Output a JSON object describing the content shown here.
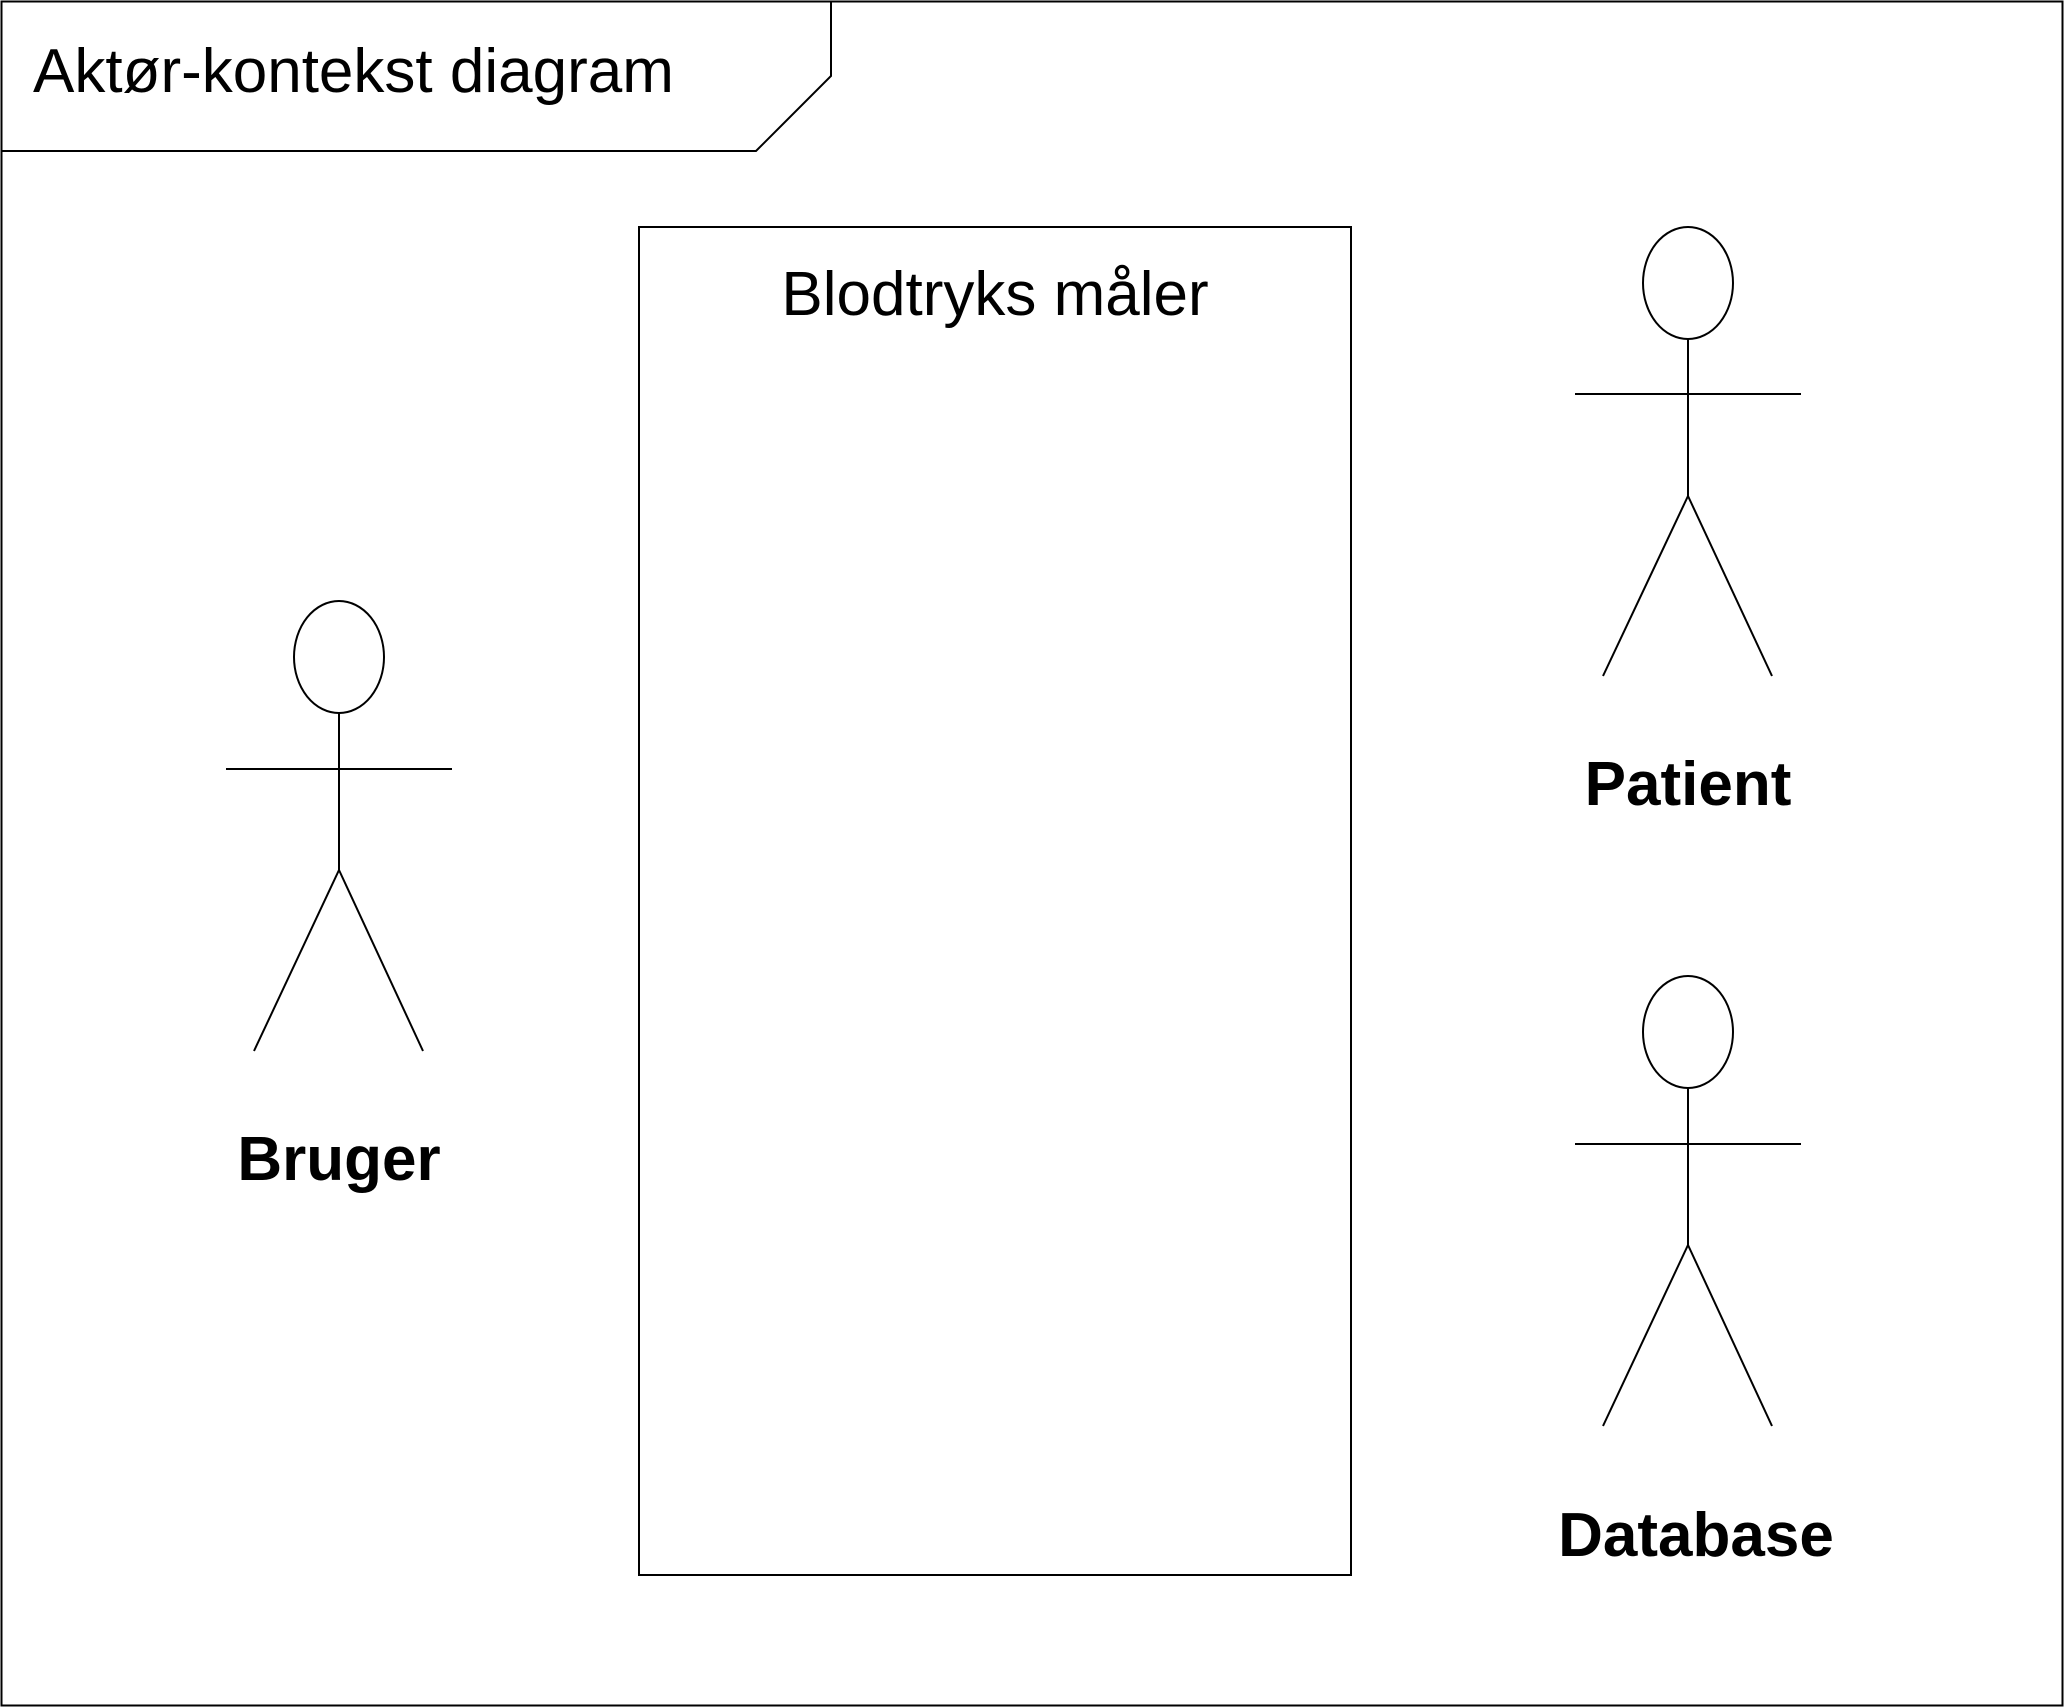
{
  "diagram": {
    "frame_title": "Aktør-kontekst diagram",
    "system": {
      "title": "Blodtryks måler"
    },
    "actors": [
      {
        "id": "bruger",
        "label": "Bruger"
      },
      {
        "id": "patient",
        "label": "Patient"
      },
      {
        "id": "database",
        "label": "Database"
      }
    ],
    "colors": {
      "stroke": "#000000",
      "background": "#ffffff"
    }
  }
}
